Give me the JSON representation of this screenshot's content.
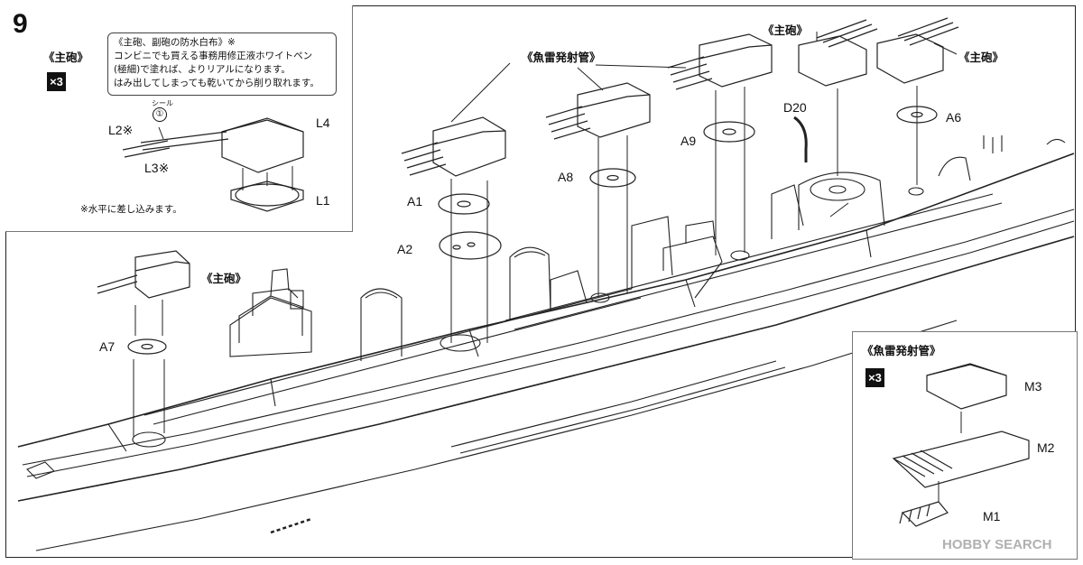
{
  "step": {
    "number": "9"
  },
  "inset_top_left": {
    "title": "《主砲》",
    "multiplier": "×3",
    "note_lines": [
      "《主砲、副砲の防水白布》※",
      "コンビニでも買える事務用修正液ホワイトペン",
      "(極細)で塗れば、よりリアルになります。",
      "はみ出してしまっても乾いてから削り取れます。"
    ],
    "seal_label": "シール",
    "seal_number": "①",
    "parts": [
      "L2※",
      "L3※",
      "L4",
      "L1"
    ],
    "footnote": "※水平に差し込みます。"
  },
  "main_labels": {
    "main_gun": "《主砲》",
    "torpedo_tubes": "《魚雷発射管》",
    "parts": [
      "A1",
      "A2",
      "A7",
      "A8",
      "A9",
      "D20",
      "A6"
    ]
  },
  "inset_bottom_right": {
    "title": "《魚雷発射管》",
    "multiplier": "×3",
    "parts": [
      "M3",
      "M2",
      "M1"
    ]
  },
  "watermark": "HOBBY SEARCH"
}
